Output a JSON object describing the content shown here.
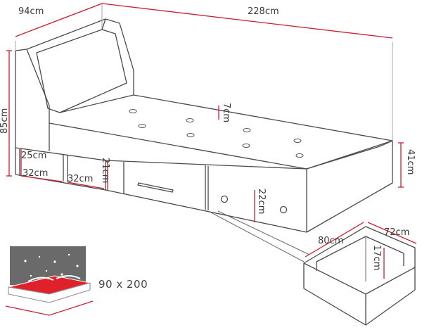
{
  "dimensions": {
    "depth": "94cm",
    "length": "228cm",
    "height": "85cm",
    "mattress_depth": "7cm",
    "side_height": "41cm",
    "shelf_height": "25cm",
    "shelf_width_1": "32cm",
    "shelf_width_2": "32cm",
    "drawer_height": "21cm",
    "drawer_front_height": "22cm",
    "drawer_width": "80cm",
    "drawer_depth": "72cm",
    "drawer_inner_height": "17cm"
  },
  "mattress_size": "90 x 200",
  "colors": {
    "dimension_line": "#c8202f",
    "outline": "#4a4a4a",
    "mattress": "#e0212b"
  }
}
